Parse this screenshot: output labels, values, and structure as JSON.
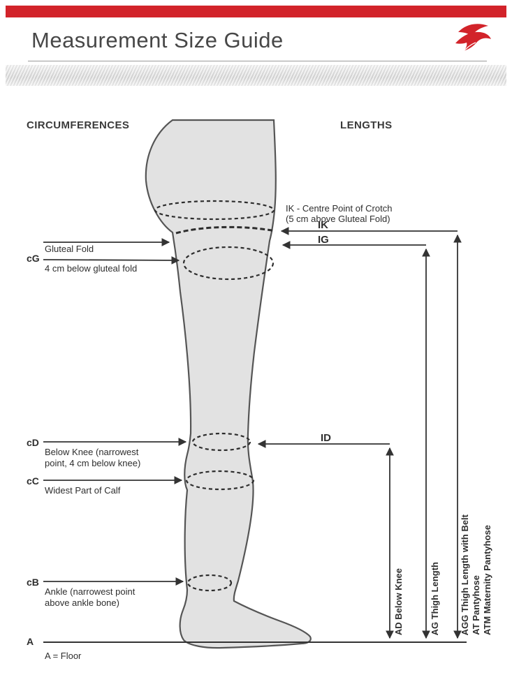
{
  "colors": {
    "accent_red": "#d2232a",
    "diagram_ink": "#333333",
    "leg_fill": "#e2e2e2"
  },
  "header": {
    "title": "Measurement Size Guide"
  },
  "sections": {
    "circumferences_heading": "CIRCUMFERENCES",
    "lengths_heading": "LENGTHS"
  },
  "circumferences": {
    "cg_code": "cG",
    "cg_label_top": "Gluteal Fold",
    "cg_label_bottom": "4 cm below gluteal fold",
    "cd_code": "cD",
    "cd_label": "Below Knee (narrowest point, 4 cm below knee)",
    "cc_code": "cC",
    "cc_label": "Widest Part of Calf",
    "cb_code": "cB",
    "cb_label": "Ankle (narrowest point above ankle bone)",
    "a_code": "A",
    "a_label": "A = Floor"
  },
  "lengths": {
    "ik_note_line1": "IK - Centre Point of Crotch",
    "ik_note_line2": "(5 cm above Gluteal Fold)",
    "ik_code": "IK",
    "ig_code": "IG",
    "id_code": "ID",
    "ad_label": "AD Below Knee",
    "ag_label": "AG Thigh Length",
    "agg_label": "AGG Thigh Length with Belt",
    "at_label": "AT Pantyhose",
    "atm_label": "ATM Maternity Pantyhose"
  }
}
